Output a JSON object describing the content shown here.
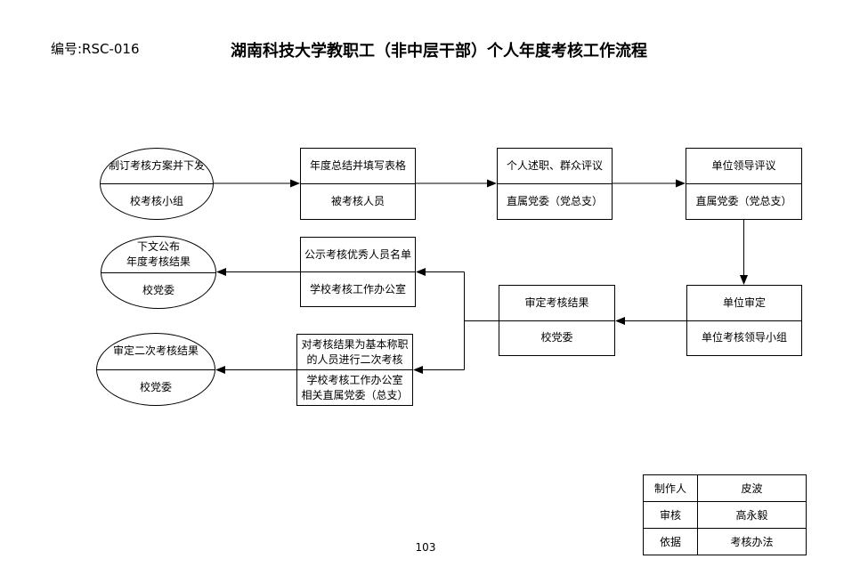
{
  "header": {
    "doc_number": "编号:RSC-016",
    "title": "湖南科技大学教职工（非中层干部）个人年度考核工作流程"
  },
  "flow": {
    "nodes": [
      {
        "id": "plan",
        "shape": "ellipse",
        "top": [
          "制订考核方案并下发"
        ],
        "bottom": [
          "校考核小组"
        ]
      },
      {
        "id": "summary",
        "shape": "rect",
        "top": [
          "年度总结并填写表格"
        ],
        "bottom": [
          "被考核人员"
        ]
      },
      {
        "id": "report",
        "shape": "rect",
        "top": [
          "个人述职、群众评议"
        ],
        "bottom": [
          "直属党委（党总支）"
        ]
      },
      {
        "id": "leader-review",
        "shape": "rect",
        "top": [
          "单位领导评议"
        ],
        "bottom": [
          "直属党委（党总支）"
        ]
      },
      {
        "id": "unit-approval",
        "shape": "rect",
        "top": [
          "单位审定"
        ],
        "bottom": [
          "单位考核领导小组"
        ]
      },
      {
        "id": "approve-results",
        "shape": "rect",
        "top": [
          "审定考核结果"
        ],
        "bottom": [
          "校党委"
        ]
      },
      {
        "id": "publicize",
        "shape": "rect",
        "top": [
          "公示考核优秀人员名单"
        ],
        "bottom": [
          "学校考核工作办公室"
        ]
      },
      {
        "id": "announce",
        "shape": "ellipse",
        "top": [
          "下文公布",
          "年度考核结果"
        ],
        "bottom": [
          "校党委"
        ]
      },
      {
        "id": "second-assessment",
        "shape": "rect",
        "top": [
          "对考核结果为基本称职",
          "的人员进行二次考核"
        ],
        "bottom": [
          "学校考核工作办公室",
          "相关直属党委（总支）"
        ]
      },
      {
        "id": "approve-second",
        "shape": "ellipse",
        "top": [
          "审定二次考核结果"
        ],
        "bottom": [
          "校党委"
        ]
      }
    ]
  },
  "info_table": {
    "rows": [
      {
        "label": "制作人",
        "value": "皮波"
      },
      {
        "label": "审核",
        "value": "高永毅"
      },
      {
        "label": "依据",
        "value": "考核办法"
      }
    ]
  },
  "footer": {
    "page_number": "103"
  },
  "colors": {
    "line": "#000000",
    "background": "#ffffff"
  }
}
